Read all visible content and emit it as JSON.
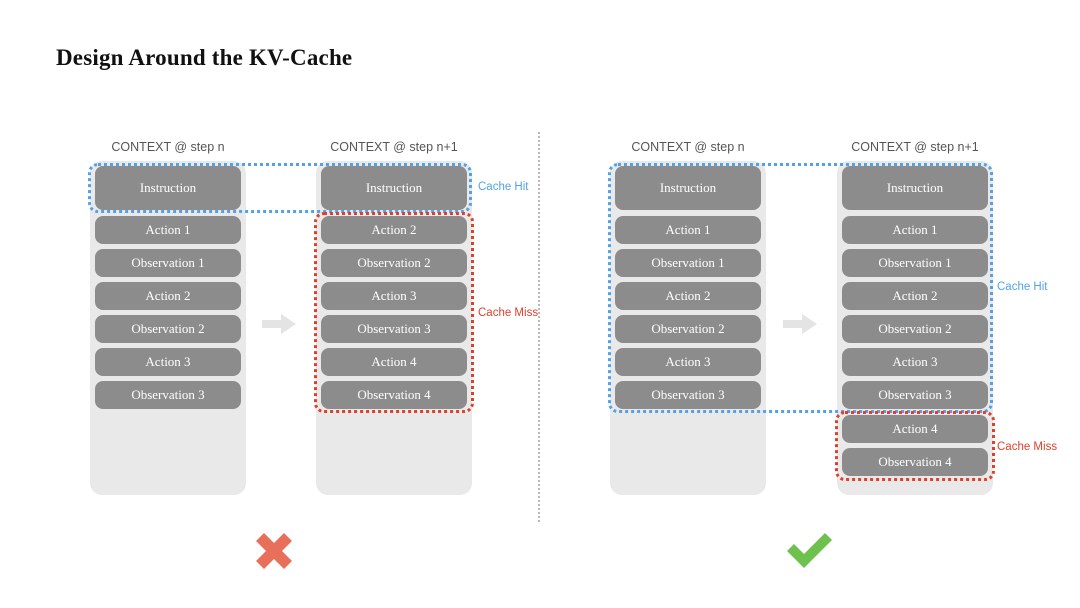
{
  "title": "Design Around the KV-Cache",
  "panels": [
    {
      "id": "bad",
      "verdict_icon": "cross-icon",
      "verdict_color": "#e8705a",
      "columns": [
        {
          "header": "CONTEXT @ step n",
          "blocks": [
            "Instruction",
            "Action 1",
            "Observation 1",
            "Action 2",
            "Observation 2",
            "Action 3",
            "Observation 3"
          ]
        },
        {
          "header": "CONTEXT @ step n+1",
          "blocks": [
            "Instruction",
            "Action 2",
            "Observation 2",
            "Action 3",
            "Observation 3",
            "Action 4",
            "Observation 4"
          ]
        }
      ],
      "annotations": [
        {
          "label": "Cache Hit",
          "type": "hit"
        },
        {
          "label": "Cache Miss",
          "type": "miss"
        }
      ]
    },
    {
      "id": "good",
      "verdict_icon": "check-icon",
      "verdict_color": "#6fc14d",
      "columns": [
        {
          "header": "CONTEXT @ step n",
          "blocks": [
            "Instruction",
            "Action 1",
            "Observation 1",
            "Action 2",
            "Observation 2",
            "Action 3",
            "Observation 3"
          ]
        },
        {
          "header": "CONTEXT @ step n+1",
          "blocks": [
            "Instruction",
            "Action 1",
            "Observation 1",
            "Action 2",
            "Observation 2",
            "Action 3",
            "Observation 3",
            "Action 4",
            "Observation 4"
          ]
        }
      ],
      "annotations": [
        {
          "label": "Cache Hit",
          "type": "hit"
        },
        {
          "label": "Cache Miss",
          "type": "miss"
        }
      ]
    }
  ],
  "colors": {
    "block": "#8c8c8c",
    "container": "#e9e9e9",
    "cache_hit": "#53a2e8",
    "cache_miss": "#e0402b",
    "arrow": "#e4e4e4",
    "divider": "#b9b9b9"
  }
}
